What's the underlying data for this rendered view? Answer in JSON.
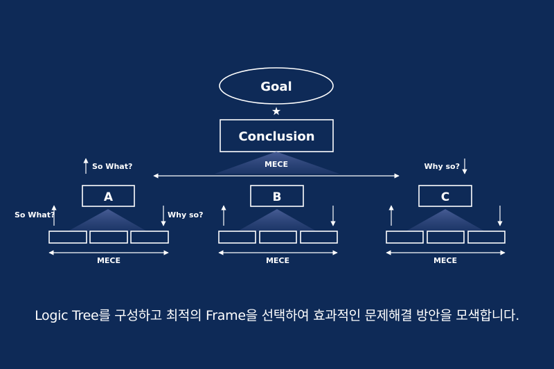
{
  "goal": {
    "label": "Goal"
  },
  "star": "★",
  "conclusion": {
    "label": "Conclusion"
  },
  "top_mece": "MECE",
  "nodes": [
    {
      "label": "A",
      "side_left": "So What?",
      "side_right": "Why so?",
      "above": "So What?",
      "mece": "MECE"
    },
    {
      "label": "B",
      "mece": "MECE"
    },
    {
      "label": "C",
      "above": "Why so?",
      "mece": "MECE"
    }
  ],
  "caption": "Logic Tree를 구성하고 최적의 Frame을 선택하여 효과적인 문제해결 방안을 모색합니다.",
  "colors": {
    "background": "#0e2a57",
    "foreground": "#ffffff",
    "triangle": "#3a4f86"
  }
}
